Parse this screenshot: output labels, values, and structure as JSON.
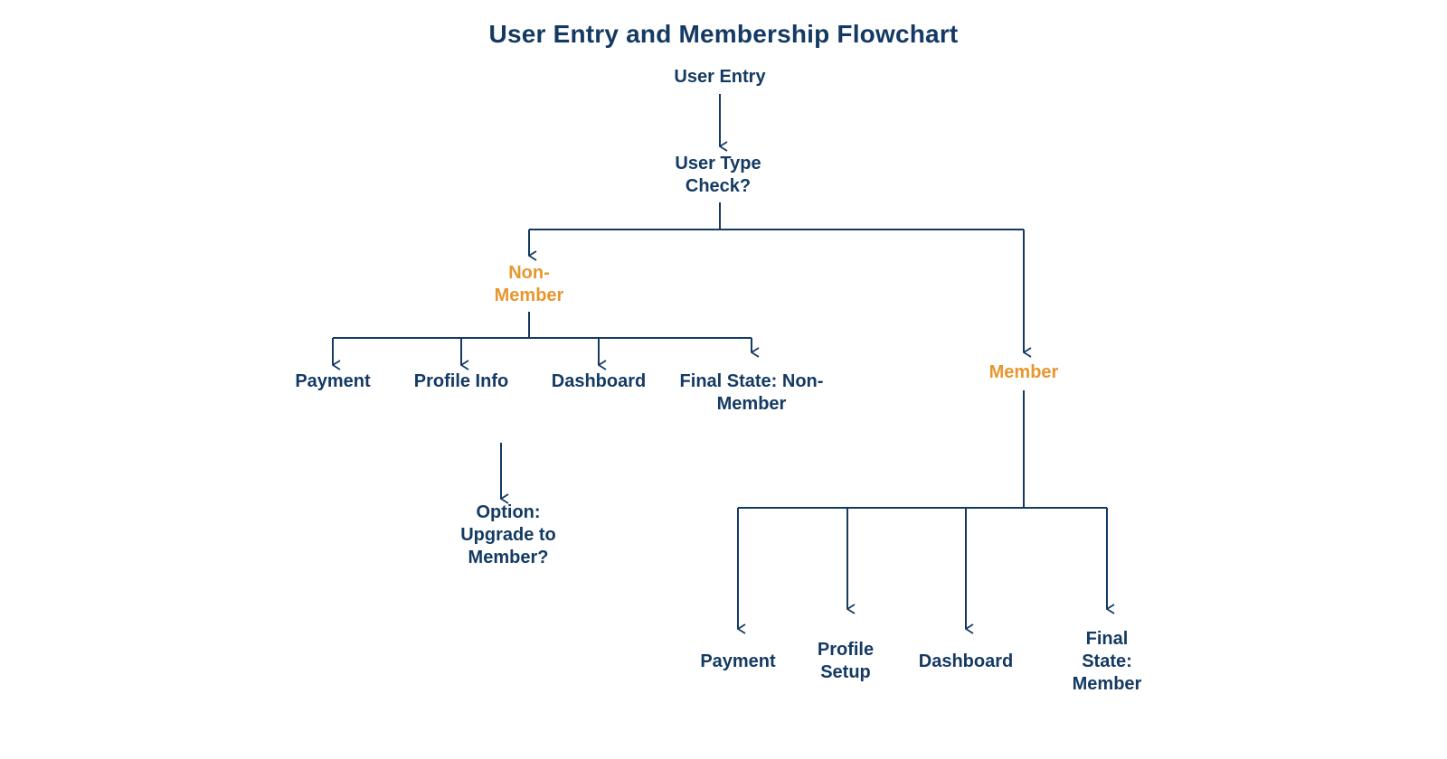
{
  "title": "User Entry and Membership Flowchart",
  "colors": {
    "primary": "#143a63",
    "accent": "#e8962e",
    "background": "#ffffff"
  },
  "nodes": {
    "user_entry": [
      "User Entry"
    ],
    "user_type_check": [
      "User Type",
      "Check?"
    ],
    "non_member": [
      "Non-",
      "Member"
    ],
    "member": [
      "Member"
    ],
    "nm_payment": [
      "Payment"
    ],
    "nm_profile_info": [
      "Profile Info"
    ],
    "nm_dashboard": [
      "Dashboard"
    ],
    "nm_final_state": [
      "Final State: Non-",
      "Member"
    ],
    "nm_upgrade_option": [
      "Option:",
      "Upgrade to",
      "Member?"
    ],
    "m_payment": [
      "Payment"
    ],
    "m_profile_setup": [
      "Profile",
      "Setup"
    ],
    "m_dashboard": [
      "Dashboard"
    ],
    "m_final_state": [
      "Final",
      "State:",
      "Member"
    ]
  }
}
